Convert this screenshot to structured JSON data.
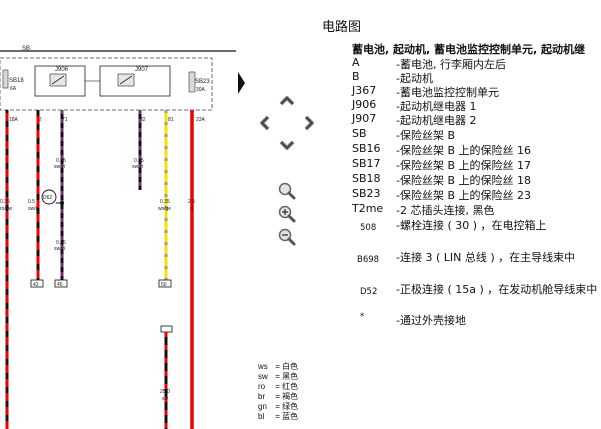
{
  "page": {
    "title": "电路图",
    "heading": "蓄电池, 起动机, 蓄电池监控控制单元, 起动机继"
  },
  "legend": [
    {
      "code": "A",
      "desc": "-蓄电池, 行李厢内左后"
    },
    {
      "code": "B",
      "desc": "-起动机"
    },
    {
      "code": "J367",
      "desc": "-蓄电池监控控制单元"
    },
    {
      "code": "J906",
      "desc": "-起动机继电器 1"
    },
    {
      "code": "J907",
      "desc": "-起动机继电器 2"
    },
    {
      "code": "SB",
      "desc": "-保险丝架 B"
    },
    {
      "code": "SB16",
      "desc": "-保险丝架 B 上的保险丝 16"
    },
    {
      "code": "SB17",
      "desc": "-保险丝架 B 上的保险丝 17"
    },
    {
      "code": "SB18",
      "desc": "-保险丝架 B 上的保险丝 18"
    },
    {
      "code": "SB23",
      "desc": "-保险丝架 B 上的保险丝 23"
    },
    {
      "code": "T2me",
      "desc": "-2 芯插头连接, 黑色"
    },
    {
      "code": "508",
      "desc": "-螺栓连接 ( 30 ) ，在电控箱上"
    },
    {
      "code": "B698",
      "desc": "-连接 3 ( LIN 总线 ) ，在主导线束中"
    },
    {
      "code": "D52",
      "desc": "-正极连接 ( 15a ) ，在发动机舱导线束中"
    },
    {
      "code": "*",
      "desc": "-通过外壳接地"
    }
  ],
  "color_legend": [
    {
      "code": "ws",
      "name": "= 白色"
    },
    {
      "code": "sw",
      "name": "= 黑色"
    },
    {
      "code": "ro",
      "name": "= 红色"
    },
    {
      "code": "br",
      "name": "= 褐色"
    },
    {
      "code": "gn",
      "name": "= 绿色"
    },
    {
      "code": "bl",
      "name": "= 蓝色"
    }
  ],
  "diagram_labels": {
    "sb": "SB",
    "sb18": "SB18",
    "sb18_amp": "6A",
    "j906": "J906",
    "j907": "J907",
    "sb23": "SB23",
    "sb23_amp": "30A",
    "t18a": "18A",
    "t72": "72",
    "t71": "71",
    "t82": "82",
    "t81": "81",
    "t23a": "23A",
    "w1_size": "0.35",
    "w1_color": "ro/sw",
    "w2_size": "0.5",
    "w2_color": "sw/rt",
    "w3_size": "0.35",
    "w3_color": "sw/vi",
    "w4_size": "0.35",
    "w4_color": "sw/vi",
    "w5_size": "0.35",
    "w5_color": "ws/ge",
    "w6_size": "2.5",
    "w6_color": "rt",
    "w7_size": "0.35",
    "w7_color": "sw/vi",
    "d62": "D62",
    "box_a": "43",
    "box_b": "45",
    "box_c": "50",
    "w8_size": "25.0",
    "w8_color": "sw"
  },
  "icons": [
    "pan-up-icon",
    "pan-left-icon",
    "pan-right-icon",
    "pan-down-icon",
    "magnifier-icon",
    "zoom-in-icon",
    "zoom-out-icon"
  ]
}
